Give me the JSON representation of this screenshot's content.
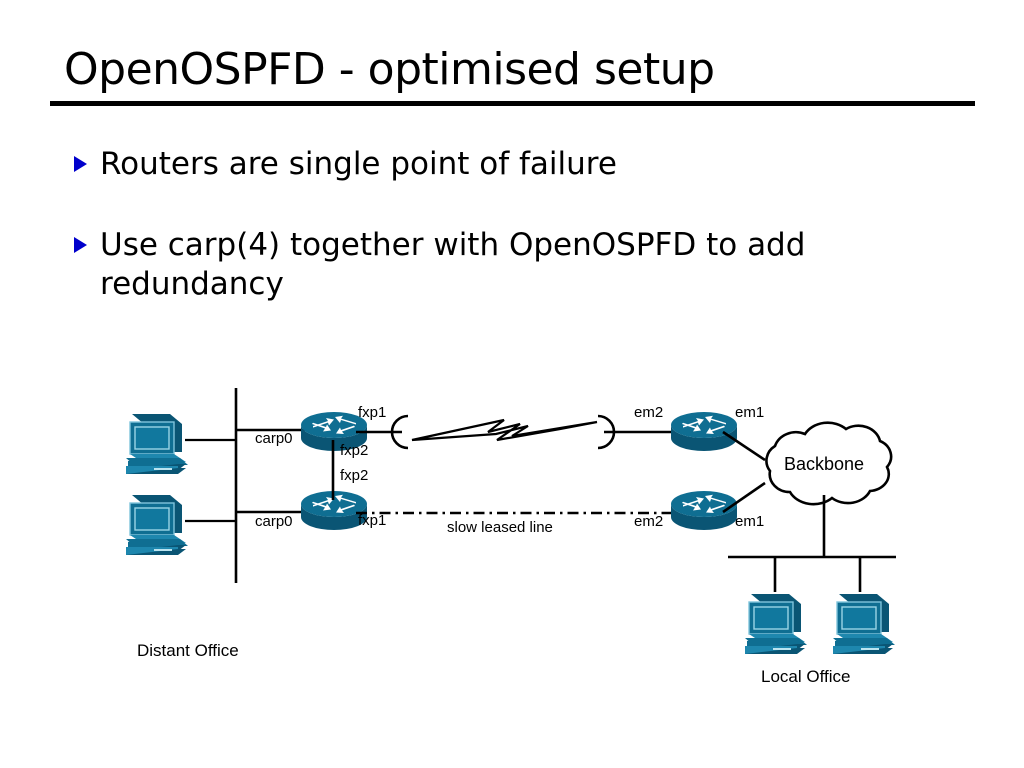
{
  "slide": {
    "title": "OpenOSPFD - optimised setup",
    "bullets": [
      {
        "text": "Routers are single point of failure",
        "marker": "triangle-bullet-icon"
      },
      {
        "text": "Use carp(4) together with OpenOSPFD to add redundancy",
        "marker": "triangle-bullet-icon"
      }
    ]
  },
  "colors": {
    "bullet_marker": "#0000CC",
    "device_blue": "#0F6E92",
    "device_blue_light": "#1E87AE",
    "device_blue_dark": "#0A5574",
    "line": "#000000",
    "background": "#FFFFFF"
  },
  "diagram": {
    "name": "network-topology-diagram",
    "offices": {
      "distant": "Distant Office",
      "local": "Local Office"
    },
    "cloud": {
      "label": "Backbone",
      "icon": "cloud-icon"
    },
    "link": {
      "wan_icon": "lightning-bolt-icon",
      "leased_label": "slow leased line"
    },
    "devices": [
      {
        "id": "pc-distant-top",
        "icon": "desktop-pc-icon",
        "office": "Distant Office"
      },
      {
        "id": "pc-distant-bottom",
        "icon": "desktop-pc-icon",
        "office": "Distant Office"
      },
      {
        "id": "router-distant-top",
        "icon": "router-icon",
        "office": "Distant Office"
      },
      {
        "id": "router-distant-bottom",
        "icon": "router-icon",
        "office": "Distant Office"
      },
      {
        "id": "router-local-top",
        "icon": "router-icon",
        "office": "Local Office"
      },
      {
        "id": "router-local-bottom",
        "icon": "router-icon",
        "office": "Local Office"
      },
      {
        "id": "pc-local-left",
        "icon": "desktop-pc-icon",
        "office": "Local Office"
      },
      {
        "id": "pc-local-right",
        "icon": "desktop-pc-icon",
        "office": "Local Office"
      }
    ],
    "interfaces": {
      "distant_top_lan": "carp0",
      "distant_top_wan": "fxp1",
      "distant_top_sync": "fxp2",
      "distant_bottom_sync": "fxp2",
      "distant_bottom_lan": "carp0",
      "distant_bottom_wan": "fxp1",
      "local_top_wan": "em2",
      "local_top_lan": "em1",
      "local_bottom_wan": "em2",
      "local_bottom_lan": "em1"
    }
  }
}
